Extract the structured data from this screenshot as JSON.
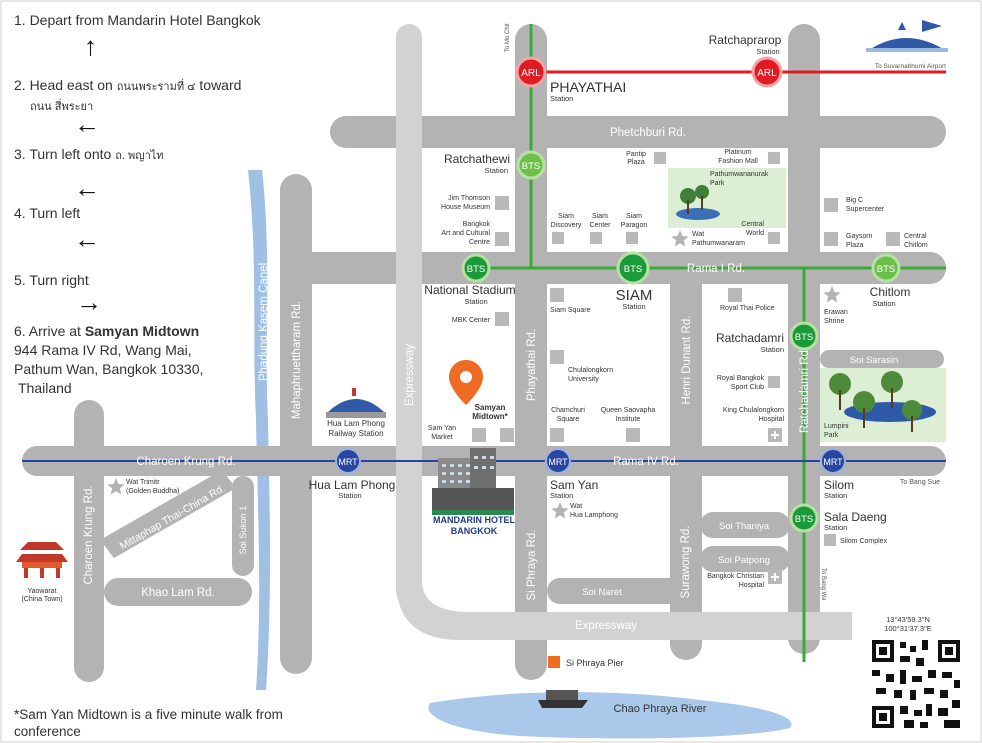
{
  "directions": {
    "step1": "1. Depart from Mandarin Hotel Bangkok",
    "step2_prefix": "2. Head east on",
    "step2_thai": "ถนนพระรามที่ ๔",
    "step2_toward": "toward",
    "step2_thai2": "ถนน สี่พระยา",
    "step3_prefix": "3. Turn left onto",
    "step3_thai": "ถ. พญาไท",
    "step4": "4. Turn left",
    "step5": "5. Turn right",
    "step6_prefix": "6.  Arrive at",
    "step6_dest": "Samyan Midtown",
    "address_line1": "944 Rama IV Rd, Wang Mai,",
    "address_line2": "Pathum Wan, Bangkok 10330,",
    "address_line3": "Thailand"
  },
  "footnote_line1": "*Sam Yan Midtown is a five minute walk from",
  "footnote_line2": "conference",
  "roads": {
    "phetchburi": "Phetchburi Rd.",
    "rama1": "Rama I Rd.",
    "rama4": "Rama IV Rd.",
    "charoen_krung_h": "Charoen Krung Rd.",
    "charoen_krung_v": "Charoen Krung Rd.",
    "mittaphap": "Mittaphap Thai-China Rd.",
    "khao_lam": "Khao Lam Rd.",
    "soi_sukon": "Soi Sukon 1",
    "mahaphruettharam": "Mahaphruettharam Rd.",
    "phadung": "Phadung Kasem Canel",
    "expressway_v": "Expressway",
    "expressway_h": "Expressway",
    "phayathai": "Phayathai Rd.",
    "si_phraya": "Si Phraya Rd.",
    "henri_dunant": "Henri Dunant Rd.",
    "ratchadamri": "Ratchadamri Rd.",
    "surawong": "Surawong Rd.",
    "soi_naret": "Soi Naret",
    "soi_thaniya": "Soi Thaniya",
    "soi_patpong": "Soi Patpong",
    "soi_sarasin": "Soi Sarasin",
    "chao_phraya": "Chao Phraya River"
  },
  "stations": {
    "arl": "ARL",
    "bts": "BTS",
    "mrt": "MRT",
    "station_word": "Station",
    "phayathai": "PHAYATHAI",
    "ratchaprarop": "Ratchaprarop",
    "ratchathewi": "Ratchathewi",
    "national_stadium": "National Stadium",
    "siam": "SIAM",
    "chitlom": "Chitlom",
    "ratchadamri": "Ratchadamri",
    "hua_lam_phong": "Hua Lam Phong",
    "sam_yan": "Sam Yan",
    "silom": "Silom",
    "sala_daeng": "Sala Daeng"
  },
  "direction_labels": {
    "to_mo_chit": "To Mo Chit",
    "to_suvarnabhumi": "To Suvarnabhumi Airport",
    "to_bang_sue": "To Bang Sue",
    "to_bang_wa": "To Bang Wa"
  },
  "places": {
    "pantip_1": "Pantip",
    "pantip_2": "Plaza",
    "platinum_1": "Platinum",
    "platinum_2": "Fashion Mall",
    "pathumwananurak_1": "Pathumwananurak",
    "pathumwananurak_2": "Park",
    "jim_thompson_1": "Jim Thomson",
    "jim_thompson_2": "House Museum",
    "bacc_1": "Bangkok",
    "bacc_2": "Art and Cultural",
    "bacc_3": "Centre",
    "siam_discovery_1": "Siam",
    "siam_discovery_2": "Discovery",
    "siam_center_1": "Siam",
    "siam_center_2": "Center",
    "siam_paragon_1": "Siam",
    "siam_paragon_2": "Paragon",
    "wat_pathum_1": "Wat",
    "wat_pathum_2": "Pathumwanaram",
    "central_world_1": "Central",
    "central_world_2": "World",
    "big_c_1": "Big C",
    "big_c_2": "Supercenter",
    "gaysorn_1": "Gaysorn",
    "gaysorn_2": "Plaza",
    "central_chitlom_1": "Central",
    "central_chitlom_2": "Chitlom",
    "mbk": "MBK Center",
    "siam_square": "Siam Square",
    "royal_thai_police": "Royal Thai Police",
    "erawan_1": "Erawan",
    "erawan_2": "Shrine",
    "chula_uni_1": "Chulalongkorn",
    "chula_uni_2": "University",
    "royal_bkk_1": "Royal Bangkok",
    "royal_bkk_2": "Sport Club",
    "chula_hosp_1": "King Chulalongkorn",
    "chula_hosp_2": "Hospital",
    "lumpini_1": "Lumpini",
    "lumpini_2": "Park",
    "chamchuri_1": "Chamchuri",
    "chamchuri_2": "Square",
    "queen_saovapha_1": "Queen Saovapha",
    "queen_saovapha_2": "Institute",
    "sam_yan_market_1": "Sam Yan",
    "sam_yan_market_2": "Market",
    "samyan_midtown_1": "Samyan",
    "samyan_midtown_2": "Midtown*",
    "hua_lamphong_rs_1": "Hua Lam Phong",
    "hua_lamphong_rs_2": "Railway Station",
    "mandarin_1": "MANDARIN HOTEL",
    "mandarin_2": "BANGKOK",
    "wat_hua_1": "Wat",
    "wat_hua_2": "Hua Lamphong",
    "wat_trimitr_1": "Wat Trimitr",
    "wat_trimitr_2": "(Golden Buddha)",
    "yaowarat_1": "Yaowarat",
    "yaowarat_2": "(China Town)",
    "silom_complex": "Silom Complex",
    "bkk_christian_1": "Bangkok Christian",
    "bkk_christian_2": "Hospital",
    "si_phraya_pier": "Si Phraya Pier"
  },
  "coordinates": {
    "lat": "13°43'59.3\"N",
    "lon": "100°31'37.3\"E"
  },
  "colors": {
    "road": "#b3b3b3",
    "road_light": "#d4d4d4",
    "arl": "#e01b22",
    "bts": "#5cb53b",
    "bts_line": "#3aa935",
    "mrt": "#2846a0",
    "pin": "#ef6a22",
    "river": "#8fb5e0",
    "park": "#dcefd4",
    "building": "#c8c8c8"
  },
  "icons": [
    "arrow-up-icon",
    "arrow-left-icon",
    "arrow-right-icon",
    "location-pin-icon",
    "airport-icon",
    "train-station-icon",
    "temple-icon",
    "hospital-icon",
    "star-icon",
    "park-tree-icon",
    "boat-icon",
    "qr-code-icon",
    "hotel-building-icon"
  ]
}
